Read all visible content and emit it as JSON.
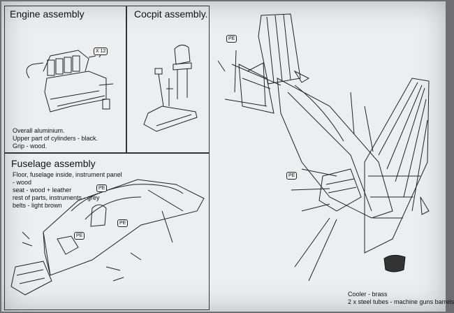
{
  "engine": {
    "title": "Engine assembly",
    "qty_tag": "X 12",
    "notes": [
      "Overall aluminium.",
      "Upper part of cylinders - black.",
      "Grip - wood."
    ]
  },
  "cockpit": {
    "title": "Cocpit assembly."
  },
  "fuselage": {
    "title": "Fuselage assembly",
    "notes": [
      "Floor, fuselage inside, instrument panel",
      " - wood",
      "seat - wood + leather",
      "rest of  parts, instruments - grey",
      "belts - light brown"
    ],
    "pe_tags": [
      "PE",
      "PE",
      "PE"
    ]
  },
  "main": {
    "pe_tags": [
      "PE",
      "PE"
    ],
    "notes": [
      "Cooler - brass",
      "2 x steel tubes - machine guns barrels"
    ]
  },
  "colors": {
    "paper": "#eceef2",
    "ink": "#222222",
    "background": "#6f6f73"
  }
}
